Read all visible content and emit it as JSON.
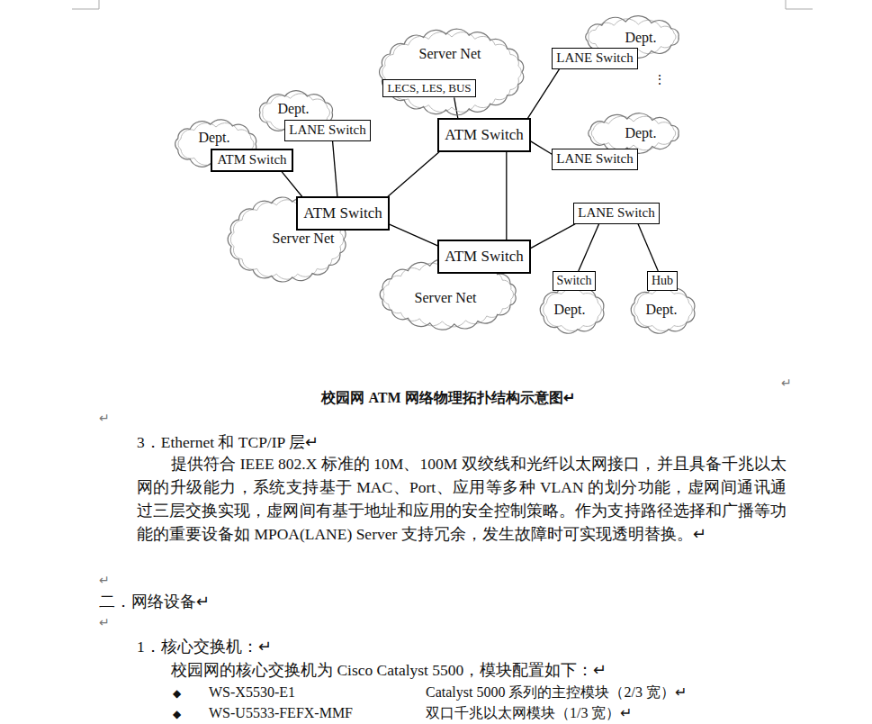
{
  "diagram": {
    "caption": "校园网 ATM 网络物理拓扑结构示意图↵",
    "nodes": [
      {
        "text": [
          "Server Net"
        ]
      },
      {
        "text": [
          "LECS, LES, BUS"
        ],
        "in": 0
      },
      {
        "text": [
          "Dept."
        ]
      },
      {
        "text": [
          "LANE Switch"
        ]
      },
      {
        "text": [
          "Dept."
        ]
      },
      {
        "text": [
          "LANE Switch"
        ]
      },
      {
        "text": [
          "Dept."
        ]
      },
      {
        "text": [
          "ATM Switch"
        ]
      },
      {
        "text": [
          "Dept."
        ]
      },
      {
        "text": [
          "LANE Switch"
        ]
      },
      {
        "text": [
          "ATM Switch"
        ]
      },
      {
        "text": [
          "Server Net"
        ]
      },
      {
        "text": [
          "ATM Switch"
        ]
      },
      {
        "text": [
          "LANE Switch"
        ]
      },
      {
        "text": [
          "ATM Switch"
        ]
      },
      {
        "text": [
          "Server Net"
        ]
      },
      {
        "text": [
          "Switch"
        ]
      },
      {
        "text": [
          "Hub"
        ]
      },
      {
        "text": [
          "Dept."
        ]
      },
      {
        "text": [
          "Dept."
        ]
      }
    ],
    "edges": [
      {
        "from": 1,
        "to": 7,
        "arrow": "none"
      },
      {
        "from": 7,
        "to": 3,
        "arrow": "none"
      },
      {
        "from": 7,
        "to": 9,
        "arrow": "none"
      },
      {
        "from": 7,
        "to": 12,
        "arrow": "none"
      },
      {
        "from": 7,
        "to": 14,
        "arrow": "none"
      },
      {
        "from": 12,
        "to": 5,
        "arrow": "none"
      },
      {
        "from": 12,
        "to": 10,
        "arrow": "none"
      },
      {
        "from": 12,
        "to": 14,
        "arrow": "none"
      },
      {
        "from": 14,
        "to": 13,
        "arrow": "none"
      },
      {
        "from": 13,
        "to": 16,
        "arrow": "none"
      },
      {
        "from": 13,
        "to": 17,
        "arrow": "none"
      }
    ],
    "labels": [
      "⋮",
      "↵",
      "↵",
      "3．Ethernet 和 TCP/IP 层↵",
      "提供符合 IEEE 802.X 标准的 10M、100M 双绞线和光纤以太网接口，并且具备千兆以太网的升级能力，系统支持基于 MAC、Port、应用等多种 VLAN 的划分功能，虚网间通讯通过三层交换实现，虚网间有基于地址和应用的安全控制策略。作为支持路径选择和广播等功能的重要设备如 MPOA(LANE) Server 支持冗余，发生故障时可实现透明替换。↵",
      "↵",
      "二．网络设备↵",
      "↵",
      "1．核心交换机：↵",
      "校园网的核心交换机为 Cisco Catalyst 5500，模块配置如下：↵",
      "◆",
      "WS-X5530-E1",
      "Catalyst 5000 系列的主控模块（2/3 宽）↵",
      "◆",
      "WS-U5533-FEFX-MMF",
      "双口千兆以太网模块（1/3 宽）↵"
    ]
  }
}
